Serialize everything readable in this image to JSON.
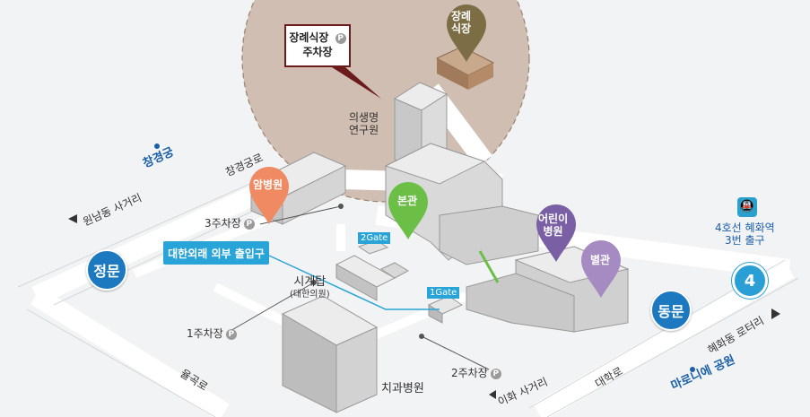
{
  "map": {
    "callout": {
      "line1": "장례식장",
      "line2": "주차장",
      "parking_symbol": "P"
    },
    "pins": {
      "funeral": {
        "line1": "장례",
        "line2": "식장",
        "color": "#7d6d44"
      },
      "cancer": {
        "label": "암병원",
        "color": "#f08a63"
      },
      "main": {
        "label": "본관",
        "color": "#6bbf47"
      },
      "children": {
        "line1": "어린이",
        "line2": "병원",
        "color": "#7b5fa5"
      },
      "annex": {
        "label": "별관",
        "color": "#a68ac2"
      }
    },
    "buildings": {
      "research": {
        "line1": "의생명",
        "line2": "연구원"
      },
      "clock_tower": {
        "line1": "시계탑",
        "line2": "(대한의원)"
      },
      "dental": {
        "label": "치과병원"
      }
    },
    "parking": {
      "lot1": "1주차장",
      "lot2": "2주차장",
      "lot3": "3주차장",
      "symbol": "P"
    },
    "gates": {
      "main_gate": "정문",
      "east_gate": "동문",
      "gate1": "1Gate",
      "gate2": "2Gate",
      "entrance_label": "대한외래 외부 출입구"
    },
    "places": {
      "changgyeonggung": "창경궁",
      "marronnier_park": "마로니에 공원"
    },
    "roads": {
      "changgyeonggung_ro": "창경궁로",
      "wonnam_intersection": "원남동 사거리",
      "yulgok_ro": "율곡로",
      "ihwa_intersection": "이화 사거리",
      "daehak_ro": "대학로",
      "hyehwa_rotary": "혜화동 로터리"
    },
    "subway": {
      "line1": "4호선 혜화역",
      "line2": "3번 출구",
      "line_number": "4",
      "icon": "subway-train-icon"
    },
    "colors": {
      "zone_fill": "#c9b4a5",
      "gate_blue": "#1c79c0",
      "accent_cyan": "#28a4d8",
      "callout_border": "#6b1b1b"
    }
  }
}
